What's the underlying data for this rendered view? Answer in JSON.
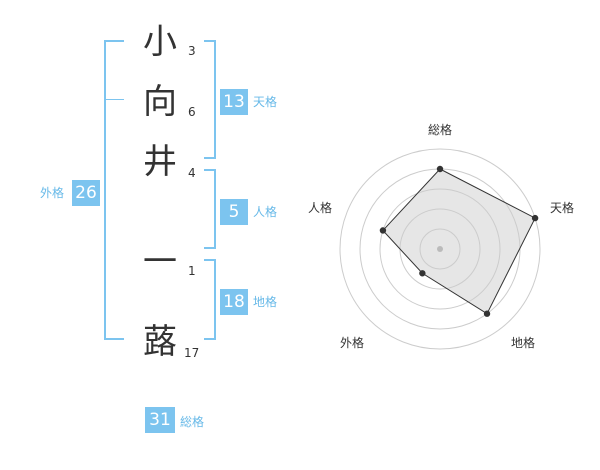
{
  "name": {
    "chars": [
      {
        "char": "小",
        "strokes": "3"
      },
      {
        "char": "向",
        "strokes": "6"
      },
      {
        "char": "井",
        "strokes": "4"
      },
      {
        "char": "一",
        "strokes": "1"
      },
      {
        "char": "蕗",
        "strokes": "17"
      }
    ]
  },
  "fortune": {
    "tenkaku": {
      "label": "天格",
      "value": "13"
    },
    "jinkaku": {
      "label": "人格",
      "value": "5"
    },
    "chikaku": {
      "label": "地格",
      "value": "18"
    },
    "gaikaku": {
      "label": "外格",
      "value": "26"
    },
    "soukaku": {
      "label": "総格",
      "value": "31"
    }
  },
  "colors": {
    "accent": "#7cc4ef",
    "label": "#67b9e8",
    "text": "#333333",
    "radar_fill": "#e6e6e6",
    "radar_ring": "#cccccc"
  },
  "chart_data": {
    "type": "radar",
    "axes": [
      "総格",
      "天格",
      "地格",
      "外格",
      "人格"
    ],
    "scale_max": 5,
    "values": [
      4,
      5,
      4,
      1.5,
      3
    ]
  }
}
